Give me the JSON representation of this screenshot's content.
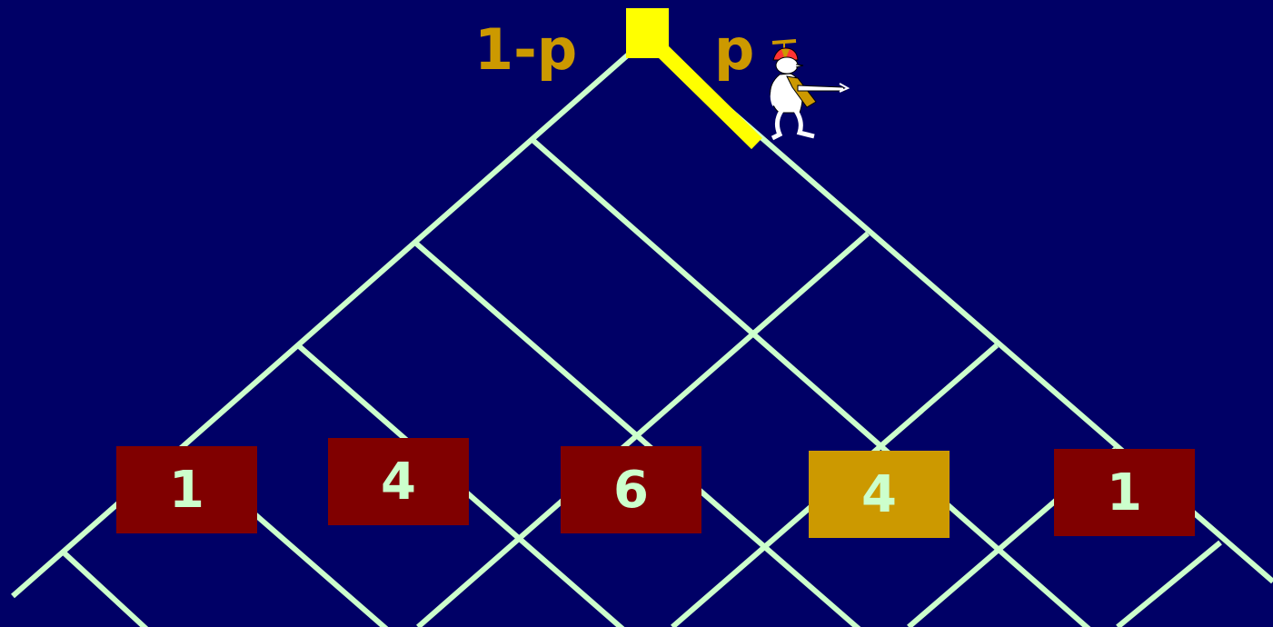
{
  "labels": {
    "left_prob": "1-p",
    "right_prob": "p"
  },
  "colors": {
    "background": "#000066",
    "lattice": "#ccffcc",
    "switch": "#ffff00",
    "prob_text": "#cc9900",
    "box_default": "#800000",
    "box_highlight": "#cc9900",
    "box_text": "#ccffcc"
  },
  "bins": [
    {
      "value": "1",
      "highlighted": false
    },
    {
      "value": "4",
      "highlighted": false
    },
    {
      "value": "6",
      "highlighted": false
    },
    {
      "value": "4",
      "highlighted": true
    },
    {
      "value": "1",
      "highlighted": false
    }
  ],
  "figure": {
    "icon": "propeller-cap-man-icon"
  }
}
